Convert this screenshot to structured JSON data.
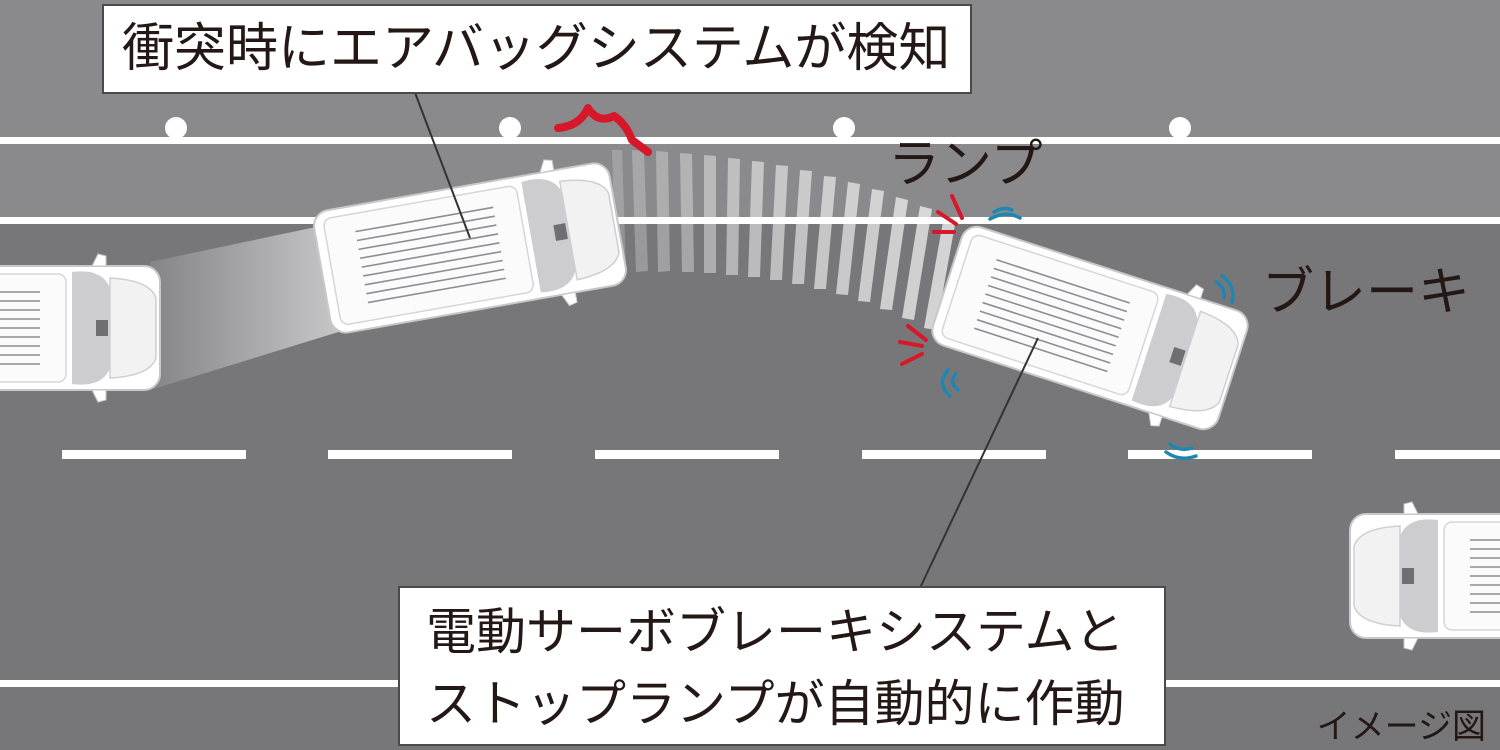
{
  "callouts": {
    "airbag_detection": "衝突時にエアバッグシステムが検知",
    "auto_brake_line1": "電動サーボブレーキシステムと",
    "auto_brake_line2": "ストップランプが自動的に作動"
  },
  "labels": {
    "lamp": "ランプ",
    "brake": "ブレーキ",
    "image_note": "イメージ図"
  },
  "colors": {
    "road_upper": "#8a8a8c",
    "road_main": "#77777a",
    "lane_line": "#ffffff",
    "impact_mark": "#d7182a",
    "brake_wave": "#1c87b0",
    "callout_text": "#231815"
  },
  "icons": {
    "impact": "impact-burst-icon",
    "lamp": "lamp-flash-icon",
    "brake": "brake-wave-icon"
  }
}
